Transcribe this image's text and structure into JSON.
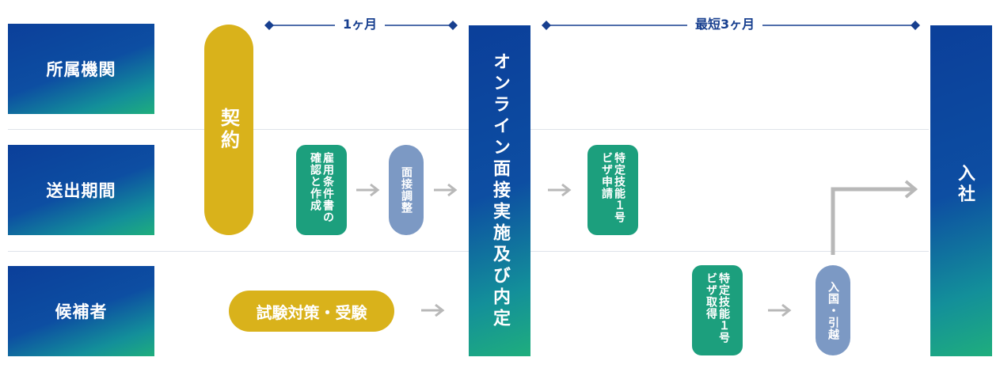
{
  "rows": {
    "affiliation": "所属機関",
    "sending": "送出期間",
    "candidate": "候補者"
  },
  "timeline": {
    "first": "1ヶ月",
    "second": "最短3ヶ月"
  },
  "steps": {
    "contract": "契約",
    "employment_terms": "雇用条件書の確認と作成",
    "interview_arrange": "面接調整",
    "online_interview": "オンライン面接実施及び内定",
    "visa_apply": "特定技能１号ビザ申請",
    "exam_prep": "試験対策・受験",
    "visa_obtain": "特定技能１号ビザ取得",
    "entry_move": "入国・引越",
    "join_company": "入社"
  },
  "colors": {
    "navy": "#0b3f9a",
    "green": "#1c9f7d",
    "yellow": "#d9b21b",
    "steel_blue": "#7c99c4",
    "arrow_gray": "#b8b8b8"
  }
}
